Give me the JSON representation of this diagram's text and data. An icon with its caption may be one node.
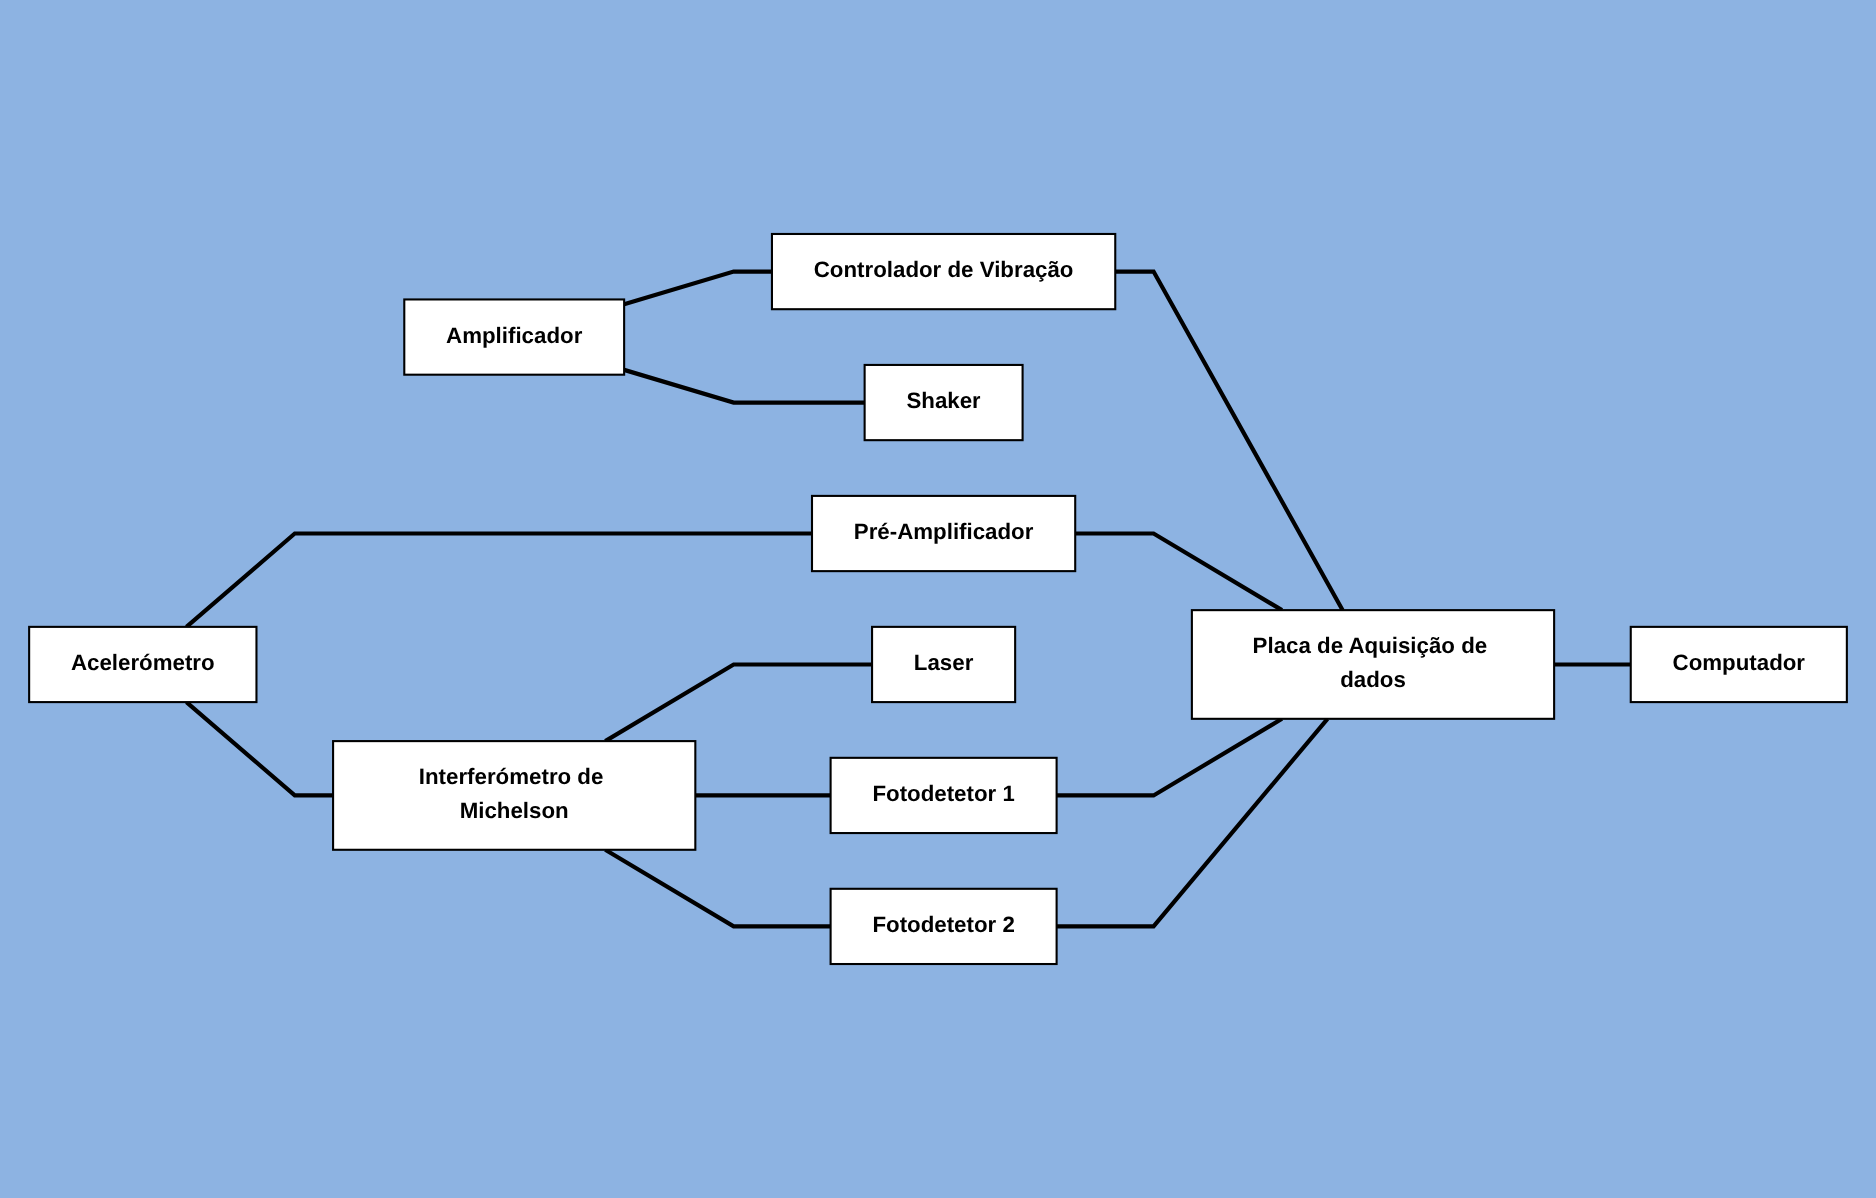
{
  "diagram": {
    "nodes": [
      {
        "text": [
          "Amplificador"
        ]
      },
      {
        "text": [
          "Controlador de Vibração"
        ]
      },
      {
        "text": [
          "Placa de Aquisição de dados"
        ]
      },
      {
        "text": [
          "Pré-Amplificador"
        ]
      },
      {
        "text": [
          "Acelerómetro"
        ]
      },
      {
        "text": [
          "Shaker"
        ]
      },
      {
        "text": [
          "Interferómetro de Michelson"
        ]
      },
      {
        "text": [
          "Laser"
        ]
      },
      {
        "text": [
          "Computador"
        ]
      },
      {
        "text": [
          "Fotodetetor 1"
        ]
      },
      {
        "text": [
          "Fotodetetor 2"
        ]
      }
    ],
    "edges": [
      {
        "from": 0,
        "to": 1,
        "arrow": "none"
      },
      {
        "from": 1,
        "to": 2,
        "arrow": "none"
      },
      {
        "from": 3,
        "to": 2,
        "arrow": "none"
      },
      {
        "from": 4,
        "to": 3,
        "arrow": "none"
      },
      {
        "from": 0,
        "to": 5,
        "arrow": "none"
      },
      {
        "from": 4,
        "to": 6,
        "arrow": "none"
      },
      {
        "from": 6,
        "to": 7,
        "arrow": "none"
      },
      {
        "from": 6,
        "to": 9,
        "arrow": "none"
      },
      {
        "from": 6,
        "to": 10,
        "arrow": "none"
      },
      {
        "from": 10,
        "to": 2,
        "arrow": "none"
      },
      {
        "from": 9,
        "to": 2,
        "arrow": "none"
      },
      {
        "from": 2,
        "to": 8,
        "arrow": "none"
      }
    ]
  }
}
